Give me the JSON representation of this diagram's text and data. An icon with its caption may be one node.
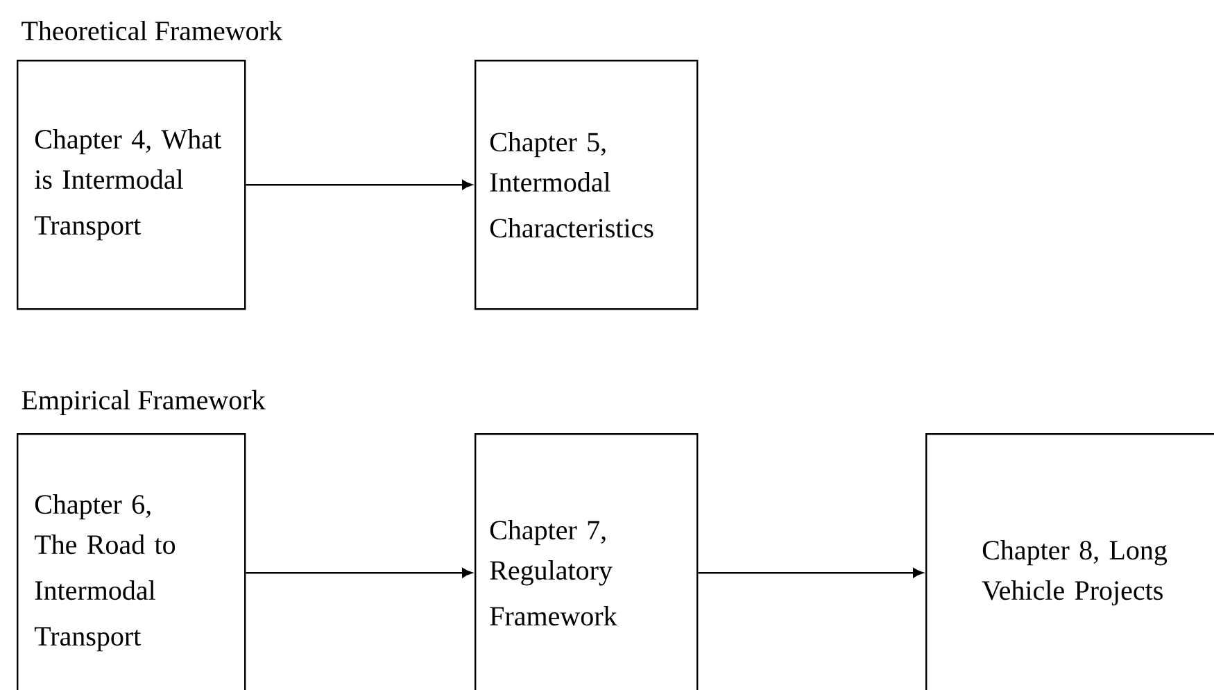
{
  "diagram": {
    "nodes": [
      {
        "text": [
          "Chapter 4, What is Intermodal Transport"
        ]
      },
      {
        "text": [
          "Chapter 5, Intermodal Characteristics"
        ]
      },
      {
        "text": [
          "Chapter 6, The Road to Intermodal Transport"
        ]
      },
      {
        "text": [
          "Chapter 7, Regulatory Framework"
        ]
      },
      {
        "text": [
          "Chapter 8, Long Vehicle Projects"
        ]
      }
    ],
    "edges": [
      {
        "from": 0,
        "to": 1,
        "arrow": "to"
      },
      {
        "from": 2,
        "to": 3,
        "arrow": "to"
      },
      {
        "from": 3,
        "to": 4,
        "arrow": "to"
      }
    ],
    "labels": [
      "Theoretical Framework",
      "Empirical Framework"
    ]
  }
}
